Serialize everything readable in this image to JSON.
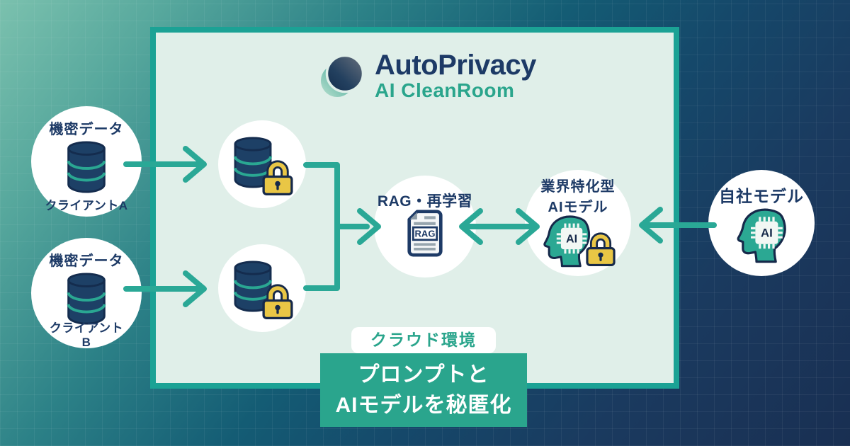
{
  "logo": {
    "title": "AutoPrivacy",
    "subtitle": "AI CleanRoom"
  },
  "clients": [
    {
      "data_label": "機密データ",
      "name_line1": "クライアントA",
      "name_line2": ""
    },
    {
      "data_label": "機密データ",
      "name_line1": "クライアント",
      "name_line2": "B"
    }
  ],
  "rag": {
    "label": "RAG・再学習",
    "doc_text": "RAG"
  },
  "industry_model": {
    "label_line1": "業界特化型",
    "label_line2": "AIモデル",
    "chip_text": "AI"
  },
  "own_model": {
    "label": "自社モデル",
    "chip_text": "AI"
  },
  "cloud_badge": {
    "label": "クラウド環境"
  },
  "caption": {
    "line1": "プロンプトと",
    "line2": "AIモデルを秘匿化"
  },
  "colors": {
    "brand_navy": "#1D3A66",
    "brand_teal": "#2AA792",
    "box_border": "#1BA295",
    "box_fill": "#E0EFE9",
    "lock_yellow": "#E9C645",
    "bg_green": "#7BC1AE",
    "bg_navy": "#192F52"
  }
}
